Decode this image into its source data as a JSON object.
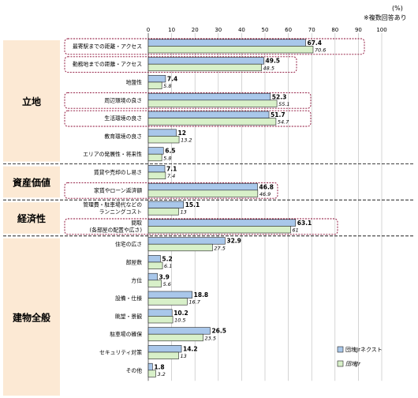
{
  "header": {
    "unit": "(%)",
    "note": "※複数回答あり"
  },
  "legend": {
    "items": [
      {
        "name": "団塊Jrネクスト",
        "color": "#a9c7ea"
      },
      {
        "name": "団塊Jr",
        "color": "#d8f0c9"
      }
    ]
  },
  "groups": [
    {
      "label": "立地",
      "rows": [
        0,
        6
      ]
    },
    {
      "label": "資産価値",
      "rows": [
        7,
        8
      ]
    },
    {
      "label": "経済性",
      "rows": [
        9,
        10
      ]
    },
    {
      "label": "建物全般",
      "rows": [
        11,
        19
      ]
    }
  ],
  "chart_data": {
    "type": "bar",
    "orientation": "horizontal",
    "xlim": [
      0,
      100
    ],
    "xticks": [
      0,
      10,
      20,
      30,
      40,
      50,
      60,
      70,
      80,
      90,
      100
    ],
    "categories": [
      "最寄駅までの距離・アクセス",
      "勤務地までの距離・アクセス",
      "地盤性",
      "周辺環境の良さ",
      "生活環境の良さ",
      "教育環境の良さ",
      "エリアの発展性・将来性",
      "賃貸や売却のし易さ",
      "家賃やローン返済額",
      "管理費・駐車場代などの\nランニングコスト",
      "間取\n(各部屋の配置や広さ)",
      "住宅の広さ",
      "部屋数",
      "方位",
      "設備・仕様",
      "眺望・景観",
      "駐車場の確保",
      "セキュリティ対策",
      "その他"
    ],
    "series": [
      {
        "name": "団塊Jrネクスト",
        "color": "#a9c7ea",
        "values": [
          67.4,
          49.5,
          7.4,
          52.3,
          51.7,
          12,
          6.5,
          7.1,
          46.8,
          15.1,
          63.1,
          32.9,
          5.2,
          3.9,
          18.8,
          10.2,
          26.5,
          14.2,
          1.8
        ]
      },
      {
        "name": "団塊Jr",
        "color": "#d8f0c9",
        "values": [
          70.6,
          48.5,
          5.8,
          55.1,
          54.7,
          13.2,
          5.8,
          7.4,
          46.9,
          13,
          61,
          27.5,
          6.1,
          5.6,
          16.7,
          10.5,
          23.5,
          13,
          3.2
        ]
      }
    ],
    "highlighted": [
      0,
      1,
      3,
      4,
      8,
      10
    ]
  }
}
